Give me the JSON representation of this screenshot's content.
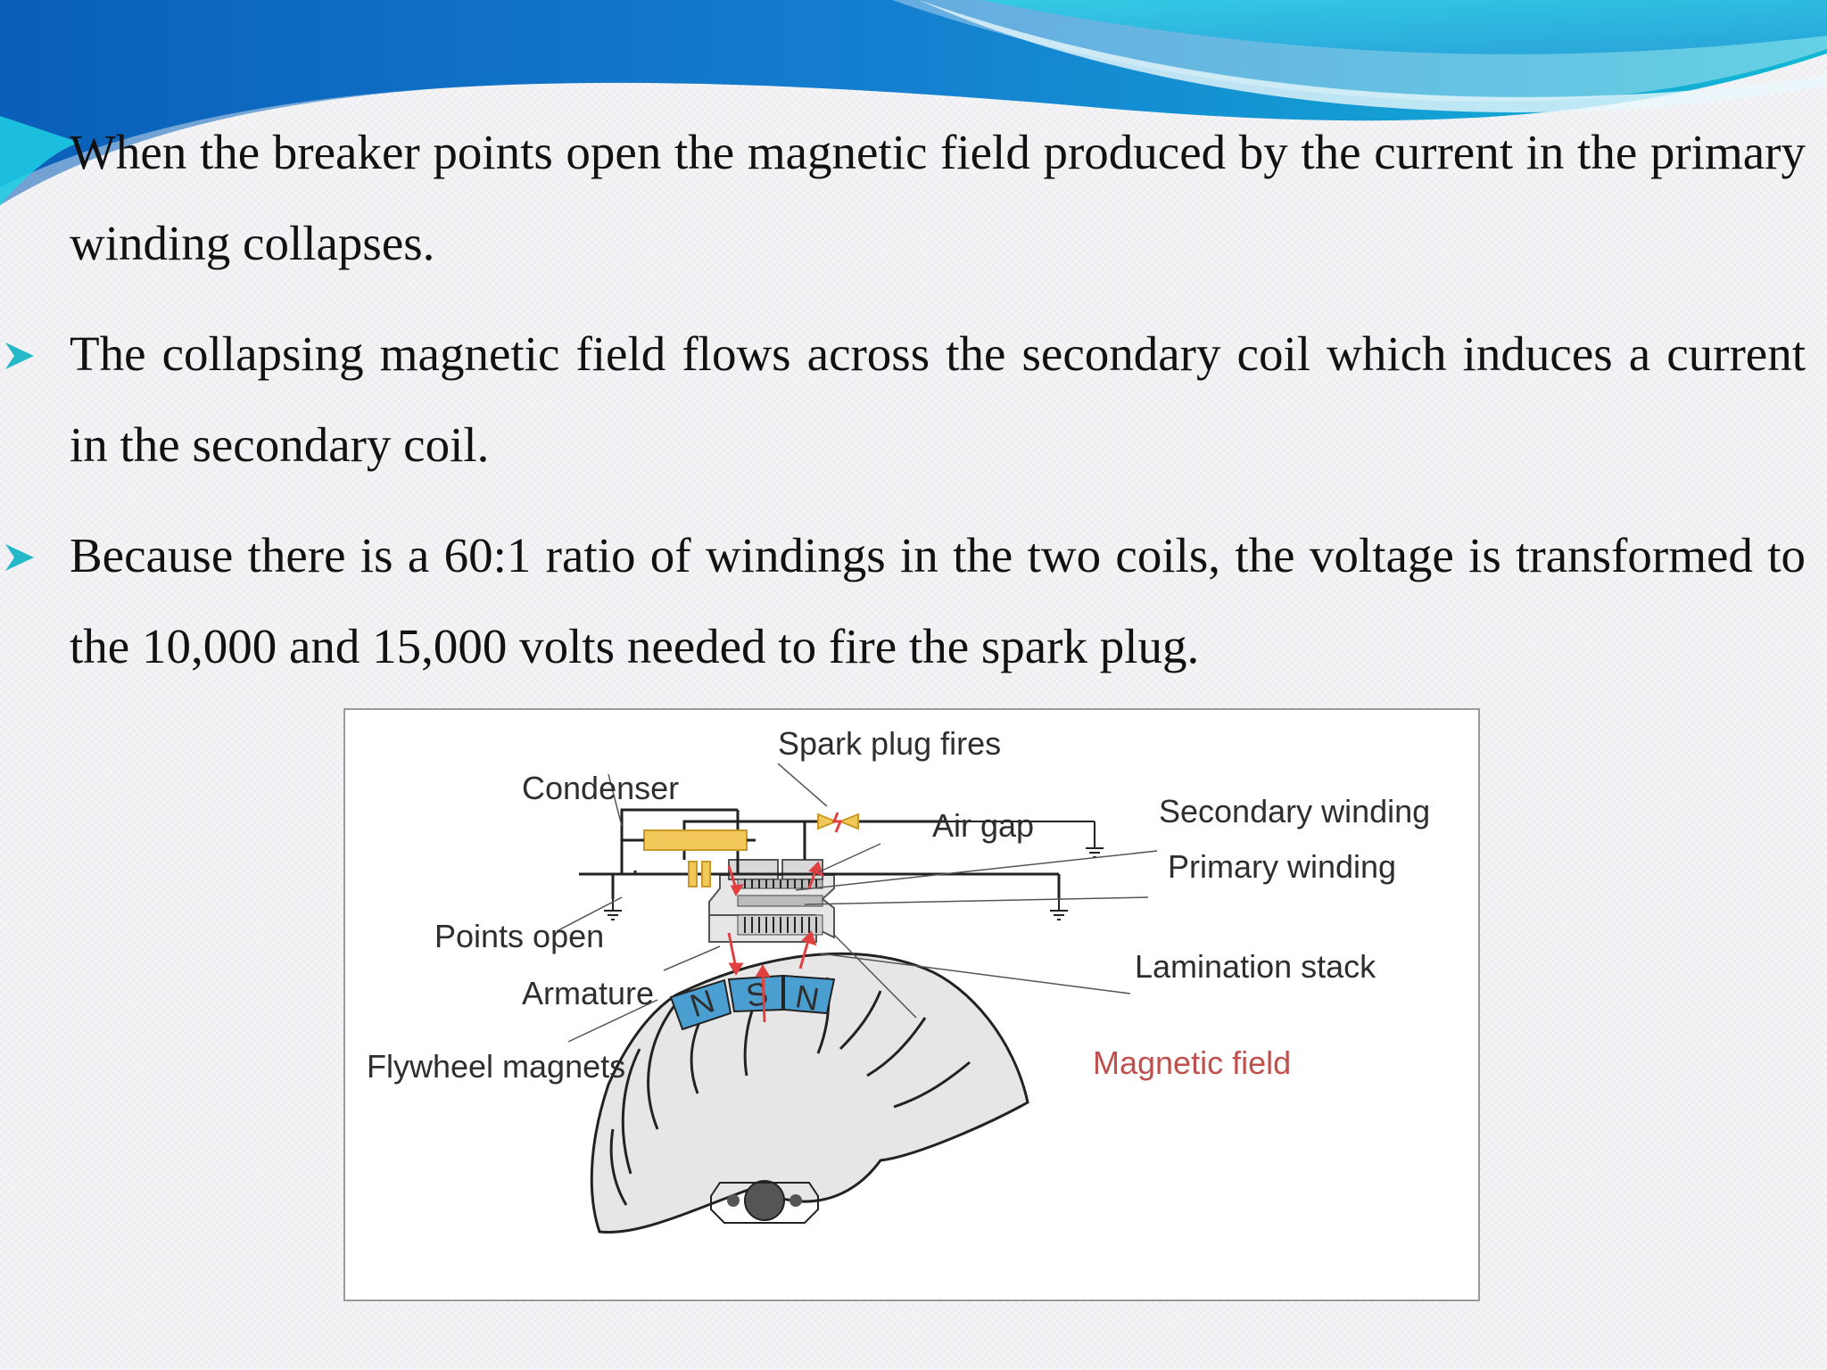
{
  "bullets": [
    {
      "has_marker": false,
      "text": "When the breaker points open the magnetic field produced by  the current in the primary winding collapses."
    },
    {
      "has_marker": true,
      "text": "The collapsing magnetic field flows across the secondary coil  which induces a current in the secondary coil."
    },
    {
      "has_marker": true,
      "text": "Because there is a 60:1 ratio of windings in the two coils, the  voltage is transformed to the 10,000 and 15,000 volts needed  to fire the spark plug."
    }
  ],
  "diagram": {
    "labels": {
      "spark_plug_fires": "Spark plug fires",
      "condenser": "Condenser",
      "air_gap": "Air gap",
      "secondary_winding": "Secondary winding",
      "primary_winding": "Primary winding",
      "points_open": "Points open",
      "lamination_stack": "Lamination stack",
      "armature": "Armature",
      "magnetic_field": "Magnetic field",
      "flywheel_magnets": "Flywheel magnets"
    },
    "magnet_poles": [
      "N",
      "S",
      "N"
    ]
  },
  "colors": {
    "wave_dark": "#1474c8",
    "wave_light": "#14c8d8",
    "bullet_marker": "#25b8c8",
    "condenser_fill": "#f3c85a",
    "magnet_fill": "#4a9fd0",
    "field_arrows": "#e04040",
    "flywheel_fill": "#e6e6e6"
  }
}
